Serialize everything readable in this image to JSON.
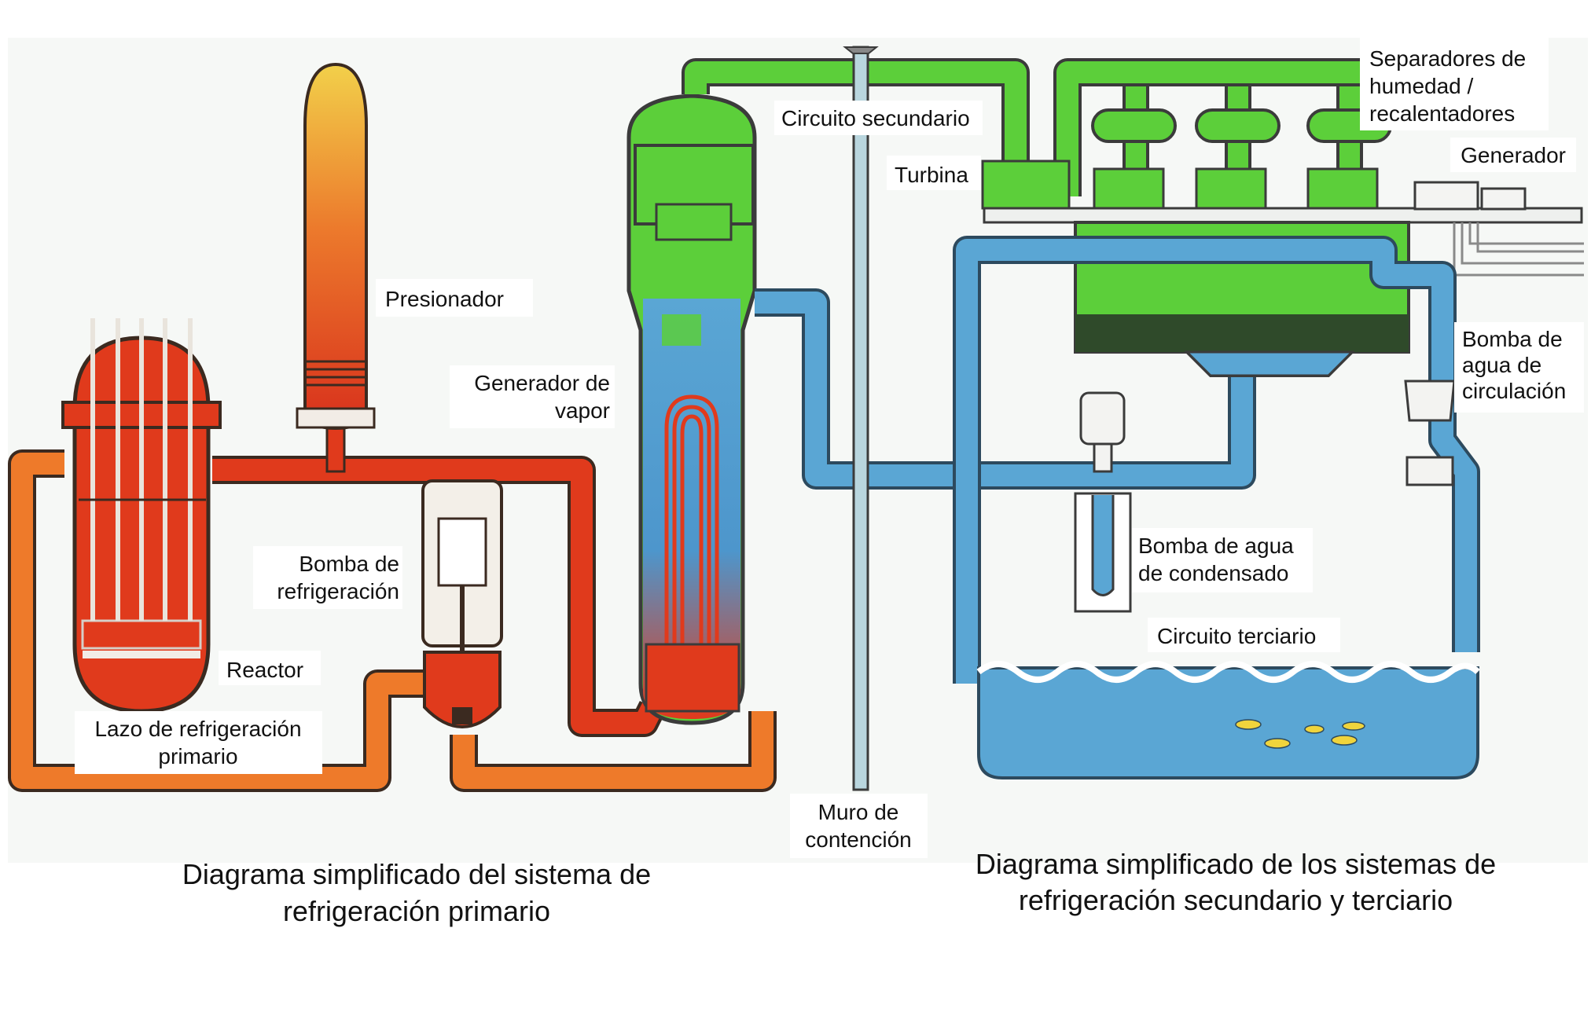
{
  "labels": {
    "presionador": "Presionador",
    "generador_vapor_1": "Generador de",
    "generador_vapor_2": "vapor",
    "bomba_refrig_1": "Bomba de",
    "bomba_refrig_2": "refrigeración",
    "reactor": "Reactor",
    "lazo_1": "Lazo de refrigeración",
    "lazo_2": "primario",
    "circuito_secundario": "Circuito secundario",
    "turbina": "Turbina",
    "separadores_1": "Separadores de",
    "separadores_2": "humedad /",
    "separadores_3": "recalentadores",
    "generador": "Generador",
    "bomba_circ_1": "Bomba de",
    "bomba_circ_2": "agua de",
    "bomba_circ_3": "circulación",
    "bomba_cond_1": "Bomba de agua",
    "bomba_cond_2": "de condensado",
    "circuito_terciario": "Circuito terciario",
    "muro_1": "Muro de",
    "muro_2": "contención"
  },
  "captions": {
    "left_1": "Diagrama simplificado del sistema de",
    "left_2": "refrigeración primario",
    "right_1": "Diagrama simplificado de los sistemas de",
    "right_2": "refrigeración secundario y terciario"
  },
  "colors": {
    "primary_red": "#e03a1c",
    "primary_orange": "#ee7a2a",
    "secondary_green": "#5ccf3a",
    "tertiary_blue": "#5aa6d4",
    "outline": "#3b3b3b"
  }
}
